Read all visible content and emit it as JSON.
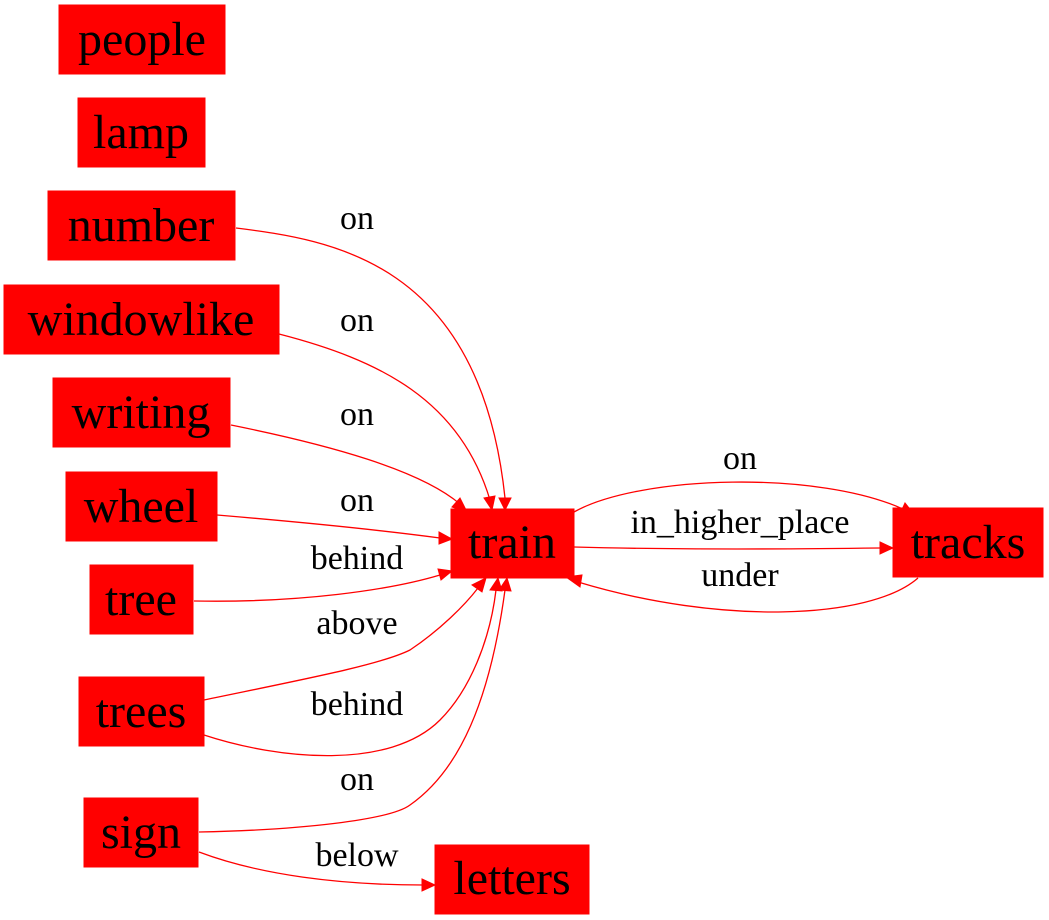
{
  "colors": {
    "node_fill": "#ff0000",
    "edge": "#ff0000",
    "text": "#000000",
    "background": "#ffffff"
  },
  "nodes": {
    "people": "people",
    "lamp": "lamp",
    "number": "number",
    "windowlike": "windowlike",
    "writing": "writing",
    "wheel": "wheel",
    "tree": "tree",
    "trees": "trees",
    "sign": "sign",
    "train": "train",
    "tracks": "tracks",
    "letters": "letters"
  },
  "edges": [
    {
      "from": "number",
      "to": "train",
      "label": "on"
    },
    {
      "from": "windowlike",
      "to": "train",
      "label": "on"
    },
    {
      "from": "writing",
      "to": "train",
      "label": "on"
    },
    {
      "from": "wheel",
      "to": "train",
      "label": "on"
    },
    {
      "from": "tree",
      "to": "train",
      "label": "behind"
    },
    {
      "from": "trees",
      "to": "train",
      "label": "above"
    },
    {
      "from": "trees",
      "to": "train",
      "label": "behind"
    },
    {
      "from": "sign",
      "to": "train",
      "label": "on"
    },
    {
      "from": "sign",
      "to": "letters",
      "label": "below"
    },
    {
      "from": "train",
      "to": "tracks",
      "label": "on"
    },
    {
      "from": "train",
      "to": "tracks",
      "label": "in_higher_place"
    },
    {
      "from": "tracks",
      "to": "train",
      "label": "under"
    }
  ]
}
